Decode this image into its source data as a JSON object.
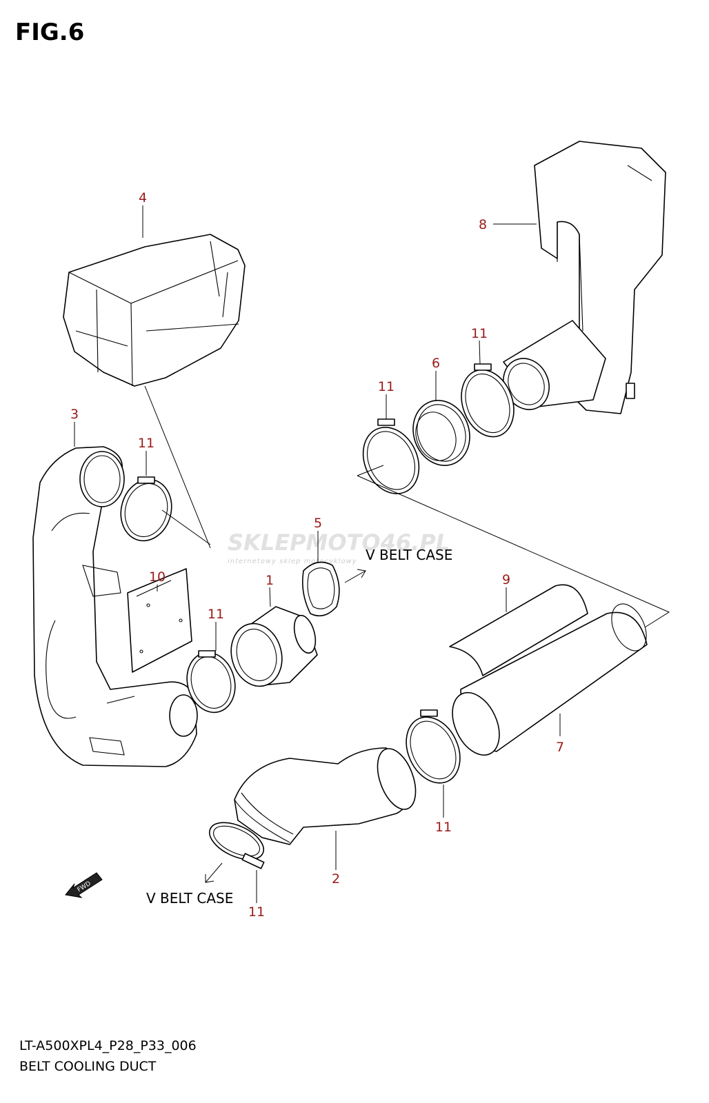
{
  "figure": {
    "title": "FIG.6",
    "model_code": "LT-A500XPL4_P28_P33_006",
    "caption": "BELT COOLING DUCT"
  },
  "annotations": {
    "v_belt_case_upper": "V BELT CASE",
    "v_belt_case_lower": "V BELT CASE",
    "fwd": "FWD"
  },
  "callouts": {
    "c1": "1",
    "c2": "2",
    "c3": "3",
    "c4": "4",
    "c5": "5",
    "c6": "6",
    "c7": "7",
    "c8": "8",
    "c9": "9",
    "c10": "10",
    "c11_a": "11",
    "c11_b": "11",
    "c11_c": "11",
    "c11_d": "11",
    "c11_e": "11",
    "c11_f": "11"
  },
  "watermark": {
    "brand": "SKLEPMOTO46.PL",
    "tagline": "internetowy sklep motocyklowy"
  },
  "colors": {
    "callout": "#9a1a1a",
    "line_art": "#000000",
    "watermark": "#c9c9c9"
  }
}
